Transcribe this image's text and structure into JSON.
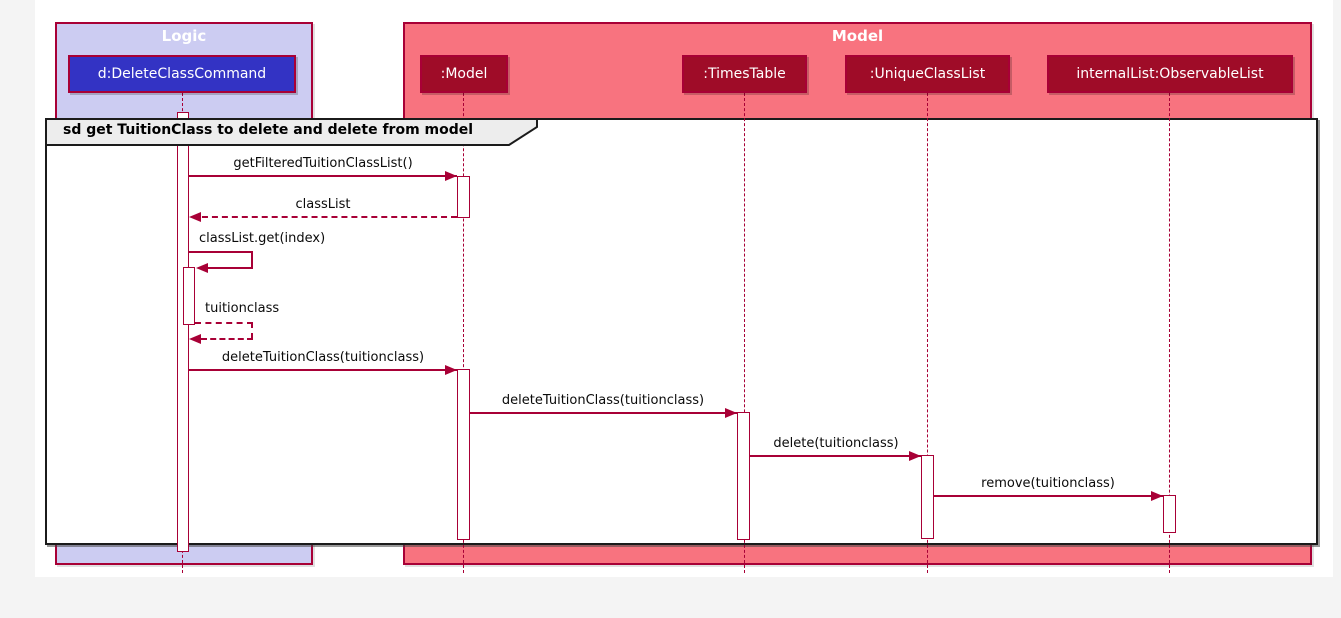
{
  "diagram": {
    "type": "uml-sequence-diagram",
    "frame_label": "sd get TuitionClass to delete and delete from model",
    "boxes": [
      {
        "label": "Logic"
      },
      {
        "label": "Model"
      }
    ],
    "participants": [
      {
        "label": "d:DeleteClassCommand",
        "box": "Logic"
      },
      {
        "label": ":Model",
        "box": "Model"
      },
      {
        "label": ":TimesTable",
        "box": "Model"
      },
      {
        "label": ":UniqueClassList",
        "box": "Model"
      },
      {
        "label": "internalList:ObservableList",
        "box": "Model"
      }
    ],
    "messages": [
      {
        "label": "getFilteredTuitionClassList()",
        "from": "d:DeleteClassCommand",
        "to": ":Model",
        "kind": "call"
      },
      {
        "label": "classList",
        "from": ":Model",
        "to": "d:DeleteClassCommand",
        "kind": "return"
      },
      {
        "label": "classList.get(index)",
        "from": "d:DeleteClassCommand",
        "to": "d:DeleteClassCommand",
        "kind": "self-call"
      },
      {
        "label": "tuitionclass",
        "from": "d:DeleteClassCommand",
        "to": "d:DeleteClassCommand",
        "kind": "self-return"
      },
      {
        "label": "deleteTuitionClass(tuitionclass)",
        "from": "d:DeleteClassCommand",
        "to": ":Model",
        "kind": "call"
      },
      {
        "label": "deleteTuitionClass(tuitionclass)",
        "from": ":Model",
        "to": ":TimesTable",
        "kind": "call"
      },
      {
        "label": "delete(tuitionclass)",
        "from": ":TimesTable",
        "to": ":UniqueClassList",
        "kind": "call"
      },
      {
        "label": "remove(tuitionclass)",
        "from": ":UniqueClassList",
        "to": "internalList:ObservableList",
        "kind": "call"
      }
    ],
    "colors": {
      "crimson": "#A80036",
      "logic_fill": "#CCCCF2",
      "model_fill": "#F8737F",
      "blue_fill": "#3333C4",
      "darkred_fill": "#9F0C28",
      "frame_border": "#1B1B1B",
      "label_fill": "#EDEDED",
      "page_bg": "#F4F4F4",
      "sheet_bg": "#FFFFFF"
    }
  }
}
